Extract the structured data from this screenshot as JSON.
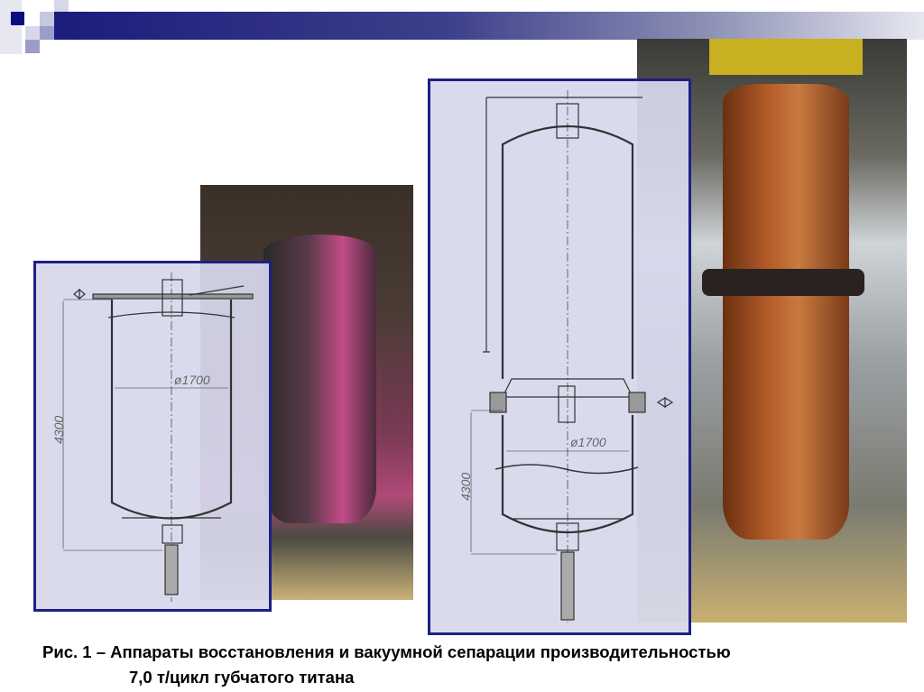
{
  "drawing_left": {
    "diameter_label": "ø1700",
    "height_label": "4300"
  },
  "drawing_right": {
    "diameter_label": "ø1700",
    "height_label": "4300"
  },
  "caption": {
    "line1": "Рис. 1 – Аппараты восстановления и вакуумной сепарации производительностью",
    "line2": "7,0 т/цикл губчатого титана"
  },
  "colors": {
    "accent": "#1e1f86",
    "panel": "#d6d8ec"
  }
}
